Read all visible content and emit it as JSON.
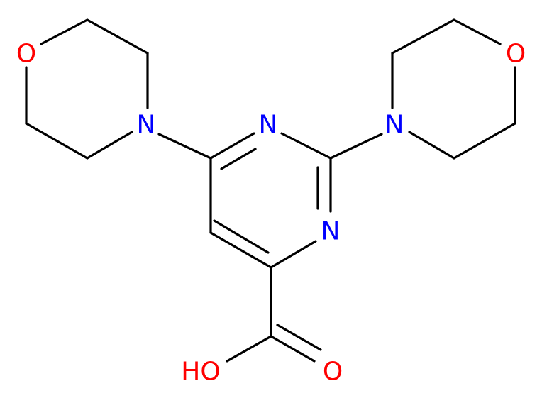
{
  "colors": {
    "background": "#ffffff",
    "bond": "#000000",
    "nitrogen": "#0000ff",
    "oxygen": "#ff0000"
  },
  "atoms": {
    "n_ring_top": {
      "symbol": "N",
      "color": "#0000ff"
    },
    "n_ring_right": {
      "symbol": "N",
      "color": "#0000ff"
    },
    "n_morph_left": {
      "symbol": "N",
      "color": "#0000ff"
    },
    "n_morph_right": {
      "symbol": "N",
      "color": "#0000ff"
    },
    "o_morph_left": {
      "symbol": "O",
      "color": "#ff0000"
    },
    "o_morph_right": {
      "symbol": "O",
      "color": "#ff0000"
    },
    "o_hydroxyl": {
      "symbol": "HO",
      "color": "#ff0000"
    },
    "o_carbonyl": {
      "symbol": "O",
      "color": "#ff0000"
    }
  }
}
